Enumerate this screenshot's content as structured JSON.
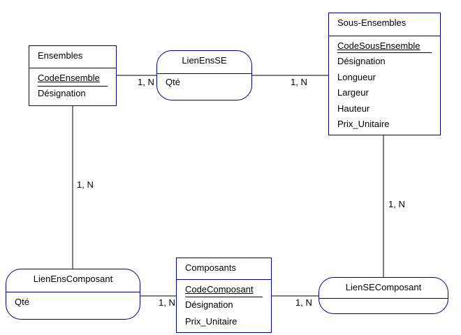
{
  "colors": {
    "border": "#000080",
    "line": "#000000",
    "text": "#000000",
    "background": "#ffffff"
  },
  "entities": {
    "ensembles": {
      "title": "Ensembles",
      "key": "CodeEnsemble",
      "attrs": [
        "Désignation"
      ]
    },
    "sous_ensembles": {
      "title": "Sous-Ensembles",
      "key": "CodeSousEnsemble",
      "attrs": [
        "Désignation",
        "Longueur",
        "Largeur",
        "Hauteur",
        "Prix_Unitaire"
      ]
    },
    "composants": {
      "title": "Composants",
      "key": "CodeComposant",
      "attrs": [
        "Désignation",
        "Prix_Unitaire"
      ]
    }
  },
  "associations": {
    "lien_ens_se": {
      "title": "LienEnsSE",
      "attrs": [
        "Qté"
      ]
    },
    "lien_ens_composant": {
      "title": "LienEnsComposant",
      "attrs": [
        "Qté"
      ]
    },
    "lien_se_composant": {
      "title": "LienSEComposant",
      "attrs": []
    }
  },
  "cardinalities": {
    "ensembles_lien_ens_se": "1, N",
    "sous_ensembles_lien_ens_se": "1, N",
    "ensembles_lien_ens_composant": "1, N",
    "sous_ensembles_lien_se_composant": "1, N",
    "composants_lien_ens_composant": "1, N",
    "composants_lien_se_composant": "1, N"
  }
}
